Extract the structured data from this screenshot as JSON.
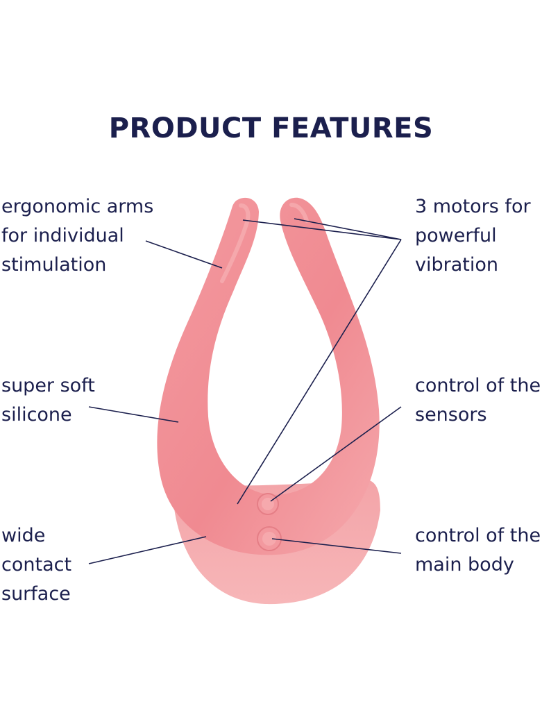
{
  "title": "PRODUCT FEATURES",
  "colors": {
    "text": "#1b1f4d",
    "product": "#f08d92",
    "product_light": "#f7b3b5",
    "product_dark": "#e0707a"
  },
  "features": {
    "arms": [
      "ergonomic arms",
      "for individual",
      "stimulation"
    ],
    "silicone": [
      "super soft",
      "silicone"
    ],
    "surface": [
      "wide",
      "contact",
      "surface"
    ],
    "motors": [
      "3 motors for",
      "powerful",
      "vibration"
    ],
    "sensors": [
      "control of the",
      "sensors"
    ],
    "main_body": [
      "control of the",
      "main body"
    ]
  }
}
